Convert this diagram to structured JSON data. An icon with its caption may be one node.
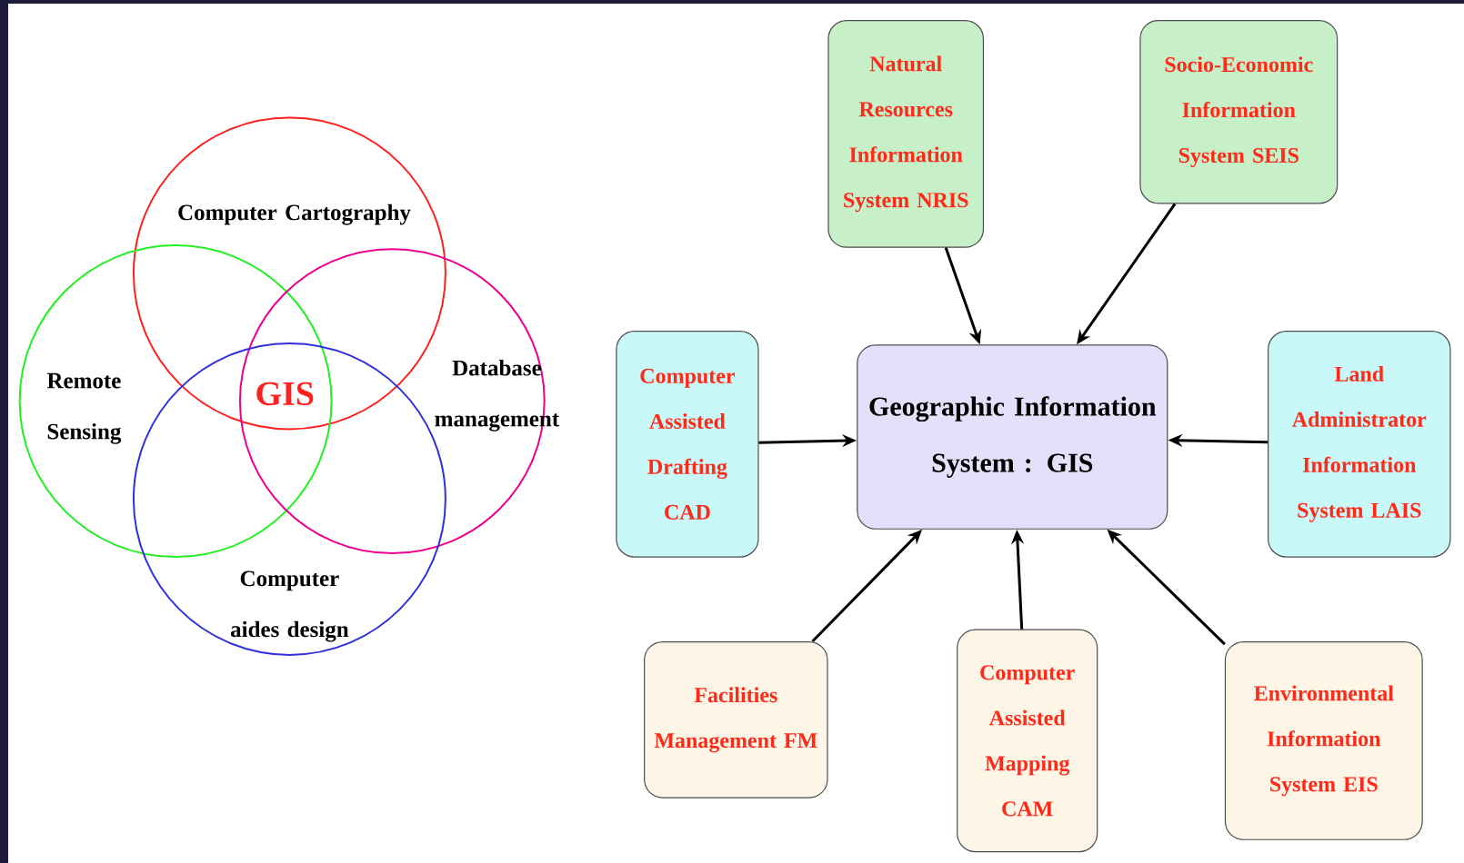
{
  "diagram": {
    "nodes": [
      {
        "text": [
          "Computer Cartography"
        ]
      },
      {
        "text": [
          "Remote Sensing"
        ]
      },
      {
        "text": [
          "Database management"
        ]
      },
      {
        "text": [
          "Computer aides design"
        ]
      },
      {
        "text": [
          "Natural Resources Information System NRIS"
        ]
      },
      {
        "text": [
          "Socio-Economic Information System SEIS"
        ]
      },
      {
        "text": [
          "Computer Assisted Drafting CAD"
        ]
      },
      {
        "text": [
          "Geographic Information System : GIS"
        ]
      },
      {
        "text": [
          "Land Administrator Information System LAIS"
        ]
      },
      {
        "text": [
          "Facilities Management FM"
        ]
      },
      {
        "text": [
          "Computer Assisted Mapping CAM"
        ]
      },
      {
        "text": [
          "Environmental Information System EIS"
        ]
      }
    ],
    "edges": [
      {
        "from": 4,
        "to": 7,
        "arrow": "to"
      },
      {
        "from": 5,
        "to": 7,
        "arrow": "to"
      },
      {
        "from": 6,
        "to": 7,
        "arrow": "to"
      },
      {
        "from": 8,
        "to": 7,
        "arrow": "to"
      },
      {
        "from": 9,
        "to": 7,
        "arrow": "to"
      },
      {
        "from": 10,
        "to": 7,
        "arrow": "to"
      },
      {
        "from": 11,
        "to": 7,
        "arrow": "to"
      }
    ],
    "labels": [
      "GIS"
    ]
  }
}
